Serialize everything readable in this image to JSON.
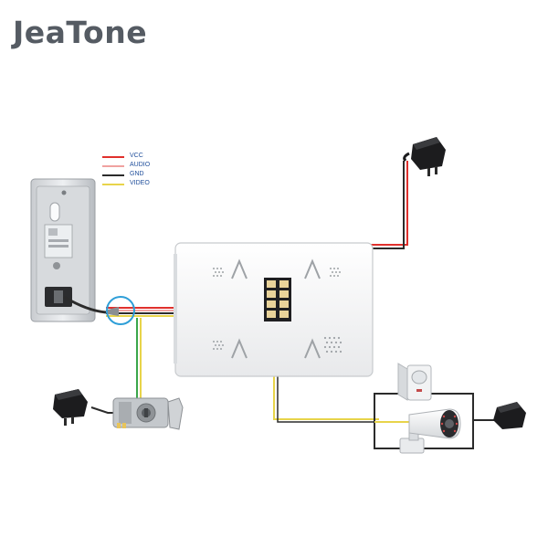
{
  "brand": {
    "logo": "JeaTone"
  },
  "legend": [
    {
      "label": "VCC",
      "color": "#e0302c"
    },
    {
      "label": "AUDIO",
      "color": "#f0a2a0"
    },
    {
      "label": "GND",
      "color": "#2b2b2b"
    },
    {
      "label": "VIDEO",
      "color": "#e8d44a"
    }
  ]
}
